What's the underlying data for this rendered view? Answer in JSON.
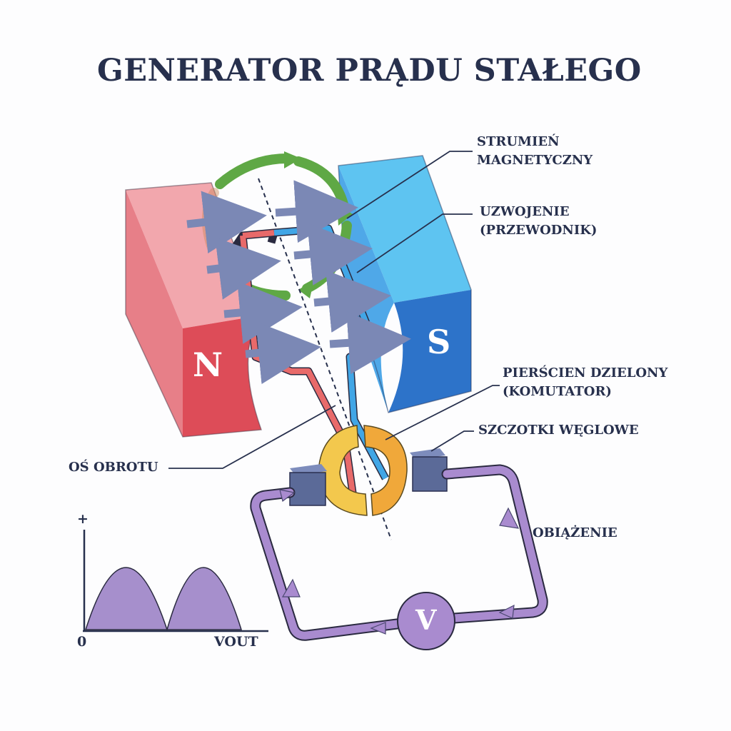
{
  "title": "GENERATOR PRĄDU STAŁEGO",
  "magnets": {
    "north": "N",
    "south": "S"
  },
  "labels": {
    "flux_line1": "STRUMIEŃ",
    "flux_line2": "MAGNETYCZNY",
    "winding_line1": "UZWOJENIE",
    "winding_line2": "(PRZEWODNIK)",
    "commutator_line1": "PIERŚCIEN DZIELONY",
    "commutator_line2": "(KOMUTATOR)",
    "brushes": "SZCZOTKI WĘGLOWE",
    "load": "OBIĄŻENIE",
    "axis": "OŚ OBROTU"
  },
  "voltmeter": "V",
  "graph": {
    "plus": "+",
    "zero": "0",
    "xlabel": "VOUT",
    "humps": 2
  },
  "colors": {
    "north": "#e0525d",
    "south": "#3d8ee0",
    "rotation": "#5fa845",
    "flux": "#7b88b5",
    "commutator": "#f0b83a",
    "brush": "#5b6a98",
    "circuit": "#a98bcf",
    "text": "#27304d"
  }
}
